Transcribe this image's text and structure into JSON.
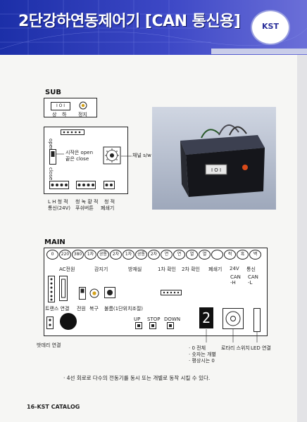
{
  "header": {
    "title": "2단강하연동제어기 [CAN 통신용]",
    "logo": "KST"
  },
  "sub": {
    "section_title": "SUB",
    "switch_text": "I O I",
    "switch_labels": [
      "상",
      "하"
    ],
    "stop_label": "정지",
    "open_label": "open",
    "close_label": "close",
    "open_note_1": "시작은 open",
    "open_note_2": "끝은 close",
    "channel_label": "채널 s/w",
    "term_left_letters": "L H 청 적",
    "term_left_caption": "통신(24V)",
    "term_mid_letters": "청 녹 황 적",
    "term_mid_caption": "푸쉬버튼",
    "term_right_letters": "청 적",
    "term_right_caption": "폐쇄기"
  },
  "main": {
    "section_title": "MAIN",
    "terminals": [
      "0",
      "220",
      "380",
      "1차",
      "공통",
      "2차",
      "1차",
      "공통",
      "2차",
      "연",
      "연",
      "열",
      "열",
      "",
      "적",
      "흑",
      "백"
    ],
    "terminal_groups": [
      "AC전원",
      "감지기",
      "방재실",
      "1차 확인",
      "2차 확인",
      "폐쇄기",
      "24V",
      "통신"
    ],
    "can_h": "CAN\n-H",
    "can_l": "CAN\n-L",
    "trans_label": "트랜스 연결",
    "power_label": "전원",
    "reset_label": "복구",
    "buzzer_label": "불름(1단위치조절)",
    "buttons": [
      "UP",
      "STOP",
      "DOWN"
    ],
    "battery_label": "밧데리 연결",
    "seven_seg": "2",
    "rotary_label": "로타리 스위치",
    "led_label": "LED 연결",
    "notes": [
      "· 0 전체",
      "· 숫자는 개별",
      "· 평상시는 0"
    ]
  },
  "footnote": "· 4선 회로로 다수의 전동기를 동시 또는 개별로 동작 시킬 수 있다.",
  "footer": "16-KST CATALOG",
  "colors": {
    "header": "#2a38b5",
    "accent_red": "#c0392b"
  }
}
